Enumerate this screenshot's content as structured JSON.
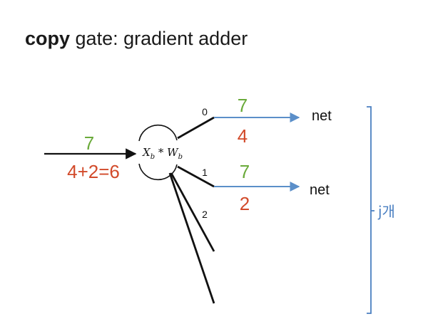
{
  "title": {
    "bold": "copy",
    "rest": " gate: gradient adder"
  },
  "node": {
    "label": {
      "x": "X",
      "x_sub": "b",
      "op": " * ",
      "w": "W",
      "w_sub": "b"
    }
  },
  "input": {
    "forward": "7",
    "backward": "4+2=6"
  },
  "branches": [
    {
      "index": "0",
      "forward": "7",
      "backward": "4",
      "target": "net"
    },
    {
      "index": "1",
      "forward": "7",
      "backward": "2",
      "target": "net"
    },
    {
      "index": "2"
    }
  ],
  "brace": {
    "label": "j개"
  },
  "colors": {
    "forward": "#6aaa3a",
    "backward": "#d24a2a",
    "arrow": "#5b8fc9",
    "brace": "#4a7fc1",
    "line": "#111111"
  }
}
